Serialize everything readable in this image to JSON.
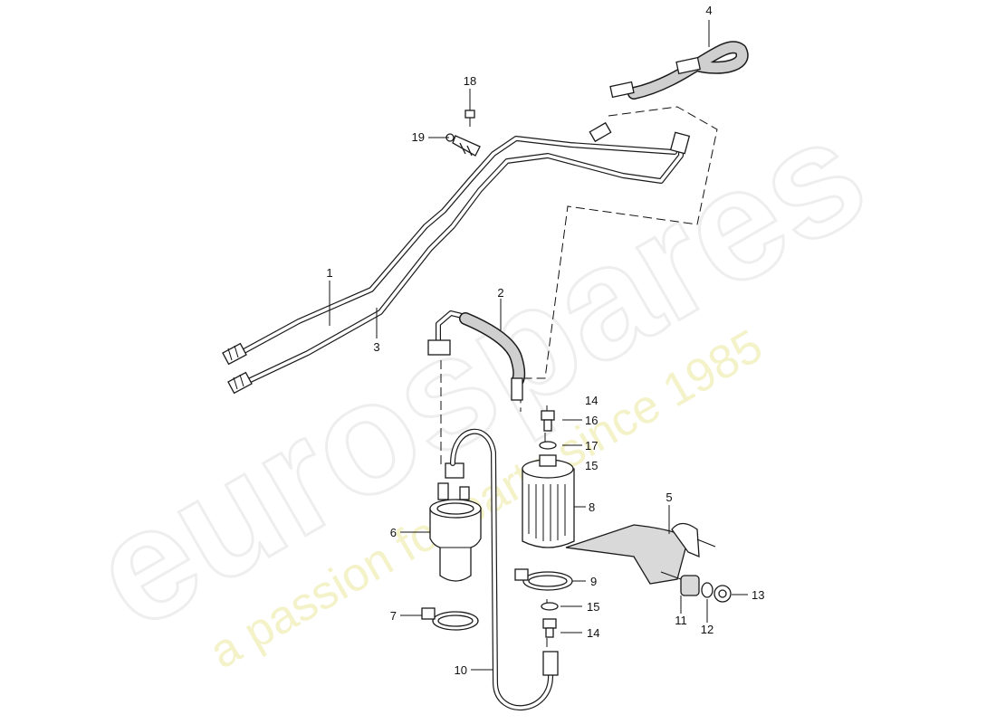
{
  "watermark": {
    "brand": "eurospares",
    "tagline": "a passion for parts since 1985"
  },
  "callouts": {
    "c1": "1",
    "c2": "2",
    "c3": "3",
    "c4": "4",
    "c5": "5",
    "c6": "6",
    "c7": "7",
    "c8": "8",
    "c9": "9",
    "c10": "10",
    "c11": "11",
    "c12": "12",
    "c13": "13",
    "c14a": "14",
    "c14b": "14",
    "c15a": "15",
    "c15b": "15",
    "c16": "16",
    "c17": "17",
    "c18": "18",
    "c19": "19"
  },
  "colors": {
    "line": "#1a1a1a",
    "watermark_outline": "#eeeeee",
    "watermark_tagline": "#f4f2c8",
    "hose_fill": "#cfcfcf"
  }
}
